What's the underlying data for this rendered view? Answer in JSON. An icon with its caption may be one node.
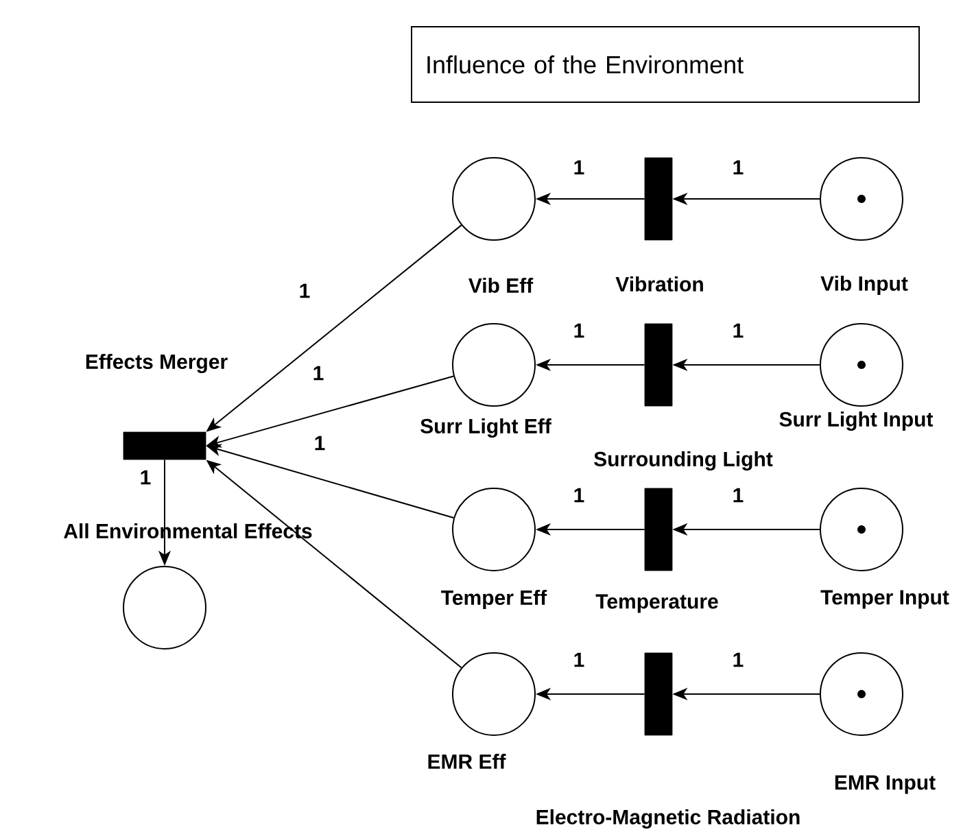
{
  "diagram": {
    "nodes": [
      {
        "text": [
          "Influence of the Environment"
        ]
      },
      {
        "text": [
          "Vib Eff"
        ]
      },
      {
        "text": [
          "Vibration"
        ]
      },
      {
        "text": [
          "Vib Input"
        ]
      },
      {
        "text": [
          "Surr Light Eff"
        ]
      },
      {
        "text": [
          "Surrounding Light"
        ]
      },
      {
        "text": [
          "Surr Light Input"
        ]
      },
      {
        "text": [
          "Temper Eff"
        ]
      },
      {
        "text": [
          "Temperature"
        ]
      },
      {
        "text": [
          "Temper Input"
        ]
      },
      {
        "text": [
          "EMR Eff"
        ]
      },
      {
        "text": [
          "Electro-Magnetic Radiation"
        ]
      },
      {
        "text": [
          "EMR Input"
        ]
      },
      {
        "text": [
          "Effects Merger"
        ]
      },
      {
        "text": [
          "All Environmental Effects"
        ]
      }
    ],
    "edges": [
      {
        "from": 3,
        "to": 2,
        "arrow": "to",
        "label": "1"
      },
      {
        "from": 2,
        "to": 1,
        "arrow": "to",
        "label": "1"
      },
      {
        "from": 6,
        "to": 5,
        "arrow": "to",
        "label": "1"
      },
      {
        "from": 5,
        "to": 4,
        "arrow": "to",
        "label": "1"
      },
      {
        "from": 9,
        "to": 8,
        "arrow": "to",
        "label": "1"
      },
      {
        "from": 8,
        "to": 7,
        "arrow": "to",
        "label": "1"
      },
      {
        "from": 12,
        "to": 11,
        "arrow": "to",
        "label": "1"
      },
      {
        "from": 11,
        "to": 10,
        "arrow": "to",
        "label": "1"
      },
      {
        "from": 1,
        "to": 13,
        "arrow": "to",
        "label": "1"
      },
      {
        "from": 4,
        "to": 13,
        "arrow": "to",
        "label": "1"
      },
      {
        "from": 7,
        "to": 13,
        "arrow": "to",
        "label": "1"
      },
      {
        "from": 10,
        "to": 13,
        "arrow": "to"
      },
      {
        "from": 13,
        "to": 14,
        "arrow": "to",
        "label": "1"
      }
    ]
  }
}
